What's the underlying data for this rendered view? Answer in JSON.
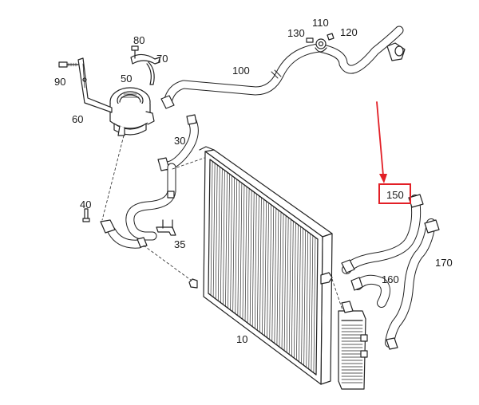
{
  "diagram": {
    "labels": [
      {
        "id": "80",
        "text": "80"
      },
      {
        "id": "70",
        "text": "70"
      },
      {
        "id": "90",
        "text": "90"
      },
      {
        "id": "50",
        "text": "50"
      },
      {
        "id": "60",
        "text": "60"
      },
      {
        "id": "100",
        "text": "100"
      },
      {
        "id": "130",
        "text": "130"
      },
      {
        "id": "110",
        "text": "110"
      },
      {
        "id": "120",
        "text": "120"
      },
      {
        "id": "30",
        "text": "30"
      },
      {
        "id": "40",
        "text": "40"
      },
      {
        "id": "35",
        "text": "35"
      },
      {
        "id": "150",
        "text": "150"
      },
      {
        "id": "160",
        "text": "160"
      },
      {
        "id": "170",
        "text": "170"
      },
      {
        "id": "10",
        "text": "10"
      }
    ],
    "highlight": {
      "part": "150",
      "color": "#e21f26"
    }
  }
}
